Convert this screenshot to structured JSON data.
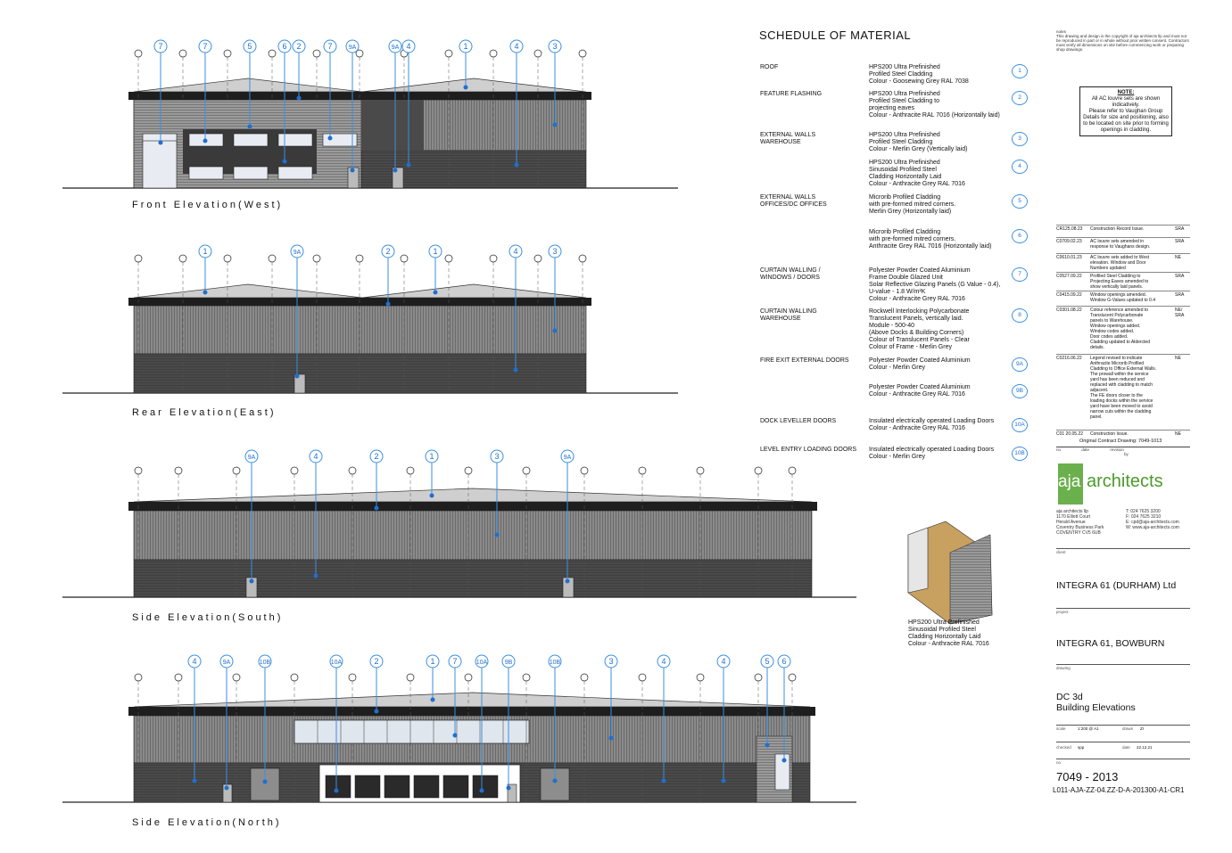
{
  "schedule": {
    "title": "SCHEDULE OF MATERIAL",
    "rows": [
      {
        "category": "ROOF",
        "desc": "HPS200 Ultra Prefinished\nProfiled Steel Cladding\nColour - Goosewing Grey RAL 7038",
        "ref": "1"
      },
      {
        "category": "FEATURE FLASHING",
        "desc": "HPS200 Ultra Prefinished\nProfiled Steel Cladding to\nprojecting eaves\nColour - Anthracite RAL 7016 (Horizontally laid)",
        "ref": "2"
      },
      {
        "category": "EXTERNAL WALLS\nWAREHOUSE",
        "desc": "HPS200 Ultra Prefinished\nProfiled Steel Cladding\nColour - Merlin Grey (Vertically laid)",
        "ref": "3"
      },
      {
        "category": "",
        "desc": "HPS200 Ultra Prefinished\nSinusoidal Profiled Steel\nCladding Horizontally Laid\nColour - Anthracite Grey  RAL 7016",
        "ref": "4"
      },
      {
        "category": "EXTERNAL WALLS\nOFFICES/DC OFFICES",
        "desc": "Microrib Profiled Cladding\nwith pre-formed mitred corners.\nMerlin Grey (Horizontally laid)",
        "ref": "5"
      },
      {
        "category": "",
        "desc": "Microrib Profiled Cladding\nwith pre-formed mitred corners.\nAnthracite Grey  RAL 7016 (Horizontally laid)",
        "ref": "6"
      },
      {
        "category": "CURTAIN WALLING /\nWINDOWS / DOORS",
        "desc": "Polyester Powder Coated Aluminium\nFrame Double Glazed Unit\nSolar Reflective Glazing Panels (G Value - 0.4),\nU-value  - 1.8 W/m²K\nColour - Anthracite Grey RAL 7016",
        "ref": "7"
      },
      {
        "category": "CURTAIN WALLING\nWAREHOUSE",
        "desc": "Rockwell Interlocking Polycarbonate\nTranslucent Panels, vertically laid.\nModule - 500-40\n(Above Docks & Building Corners)\nColour of Translucent Panels - Clear\nColour of Frame - Merlin Grey",
        "ref": "8"
      },
      {
        "category": "FIRE EXIT EXTERNAL DOORS",
        "desc": "Polyester Powder Coated Aluminium\nColour - Merlin Grey",
        "ref": "9A"
      },
      {
        "category": "",
        "desc": "Polyester Powder Coated Aluminium\nColour - Anthracite Grey  RAL 7016",
        "ref": "9B"
      },
      {
        "category": "DOCK LEVELLER DOORS",
        "desc": "Insulated electrically operated Loading Doors\nColour - Anthracite Grey  RAL 7016",
        "ref": "10A"
      },
      {
        "category": "LEVEL ENTRY LOADING DOORS",
        "desc": "Insulated electrically operated Loading Doors\nColour - Merlin Grey",
        "ref": "10B"
      }
    ]
  },
  "note_box": {
    "title": "NOTE:",
    "text": "All AC louvre sets are shown indicatively.\nPlease refer to Vaughan Group Details for size and positioning, also to be located on site prior to forming openings in cladding."
  },
  "revisions": [
    {
      "code": "CR125.08.23",
      "desc": "Construction Record Issue.",
      "by": "SRA"
    },
    {
      "code": "C0709.02.23",
      "desc": "AC louvre sets amended in\nresponse to Vaughans design.",
      "by": "SRA"
    },
    {
      "code": "C0610.01.23",
      "desc": "AC louvre sets added to West\nelevation. Window and Door\nNumbers updated",
      "by": "NE"
    },
    {
      "code": "C0527.09.22",
      "desc": "Profiled Steel Cladding to\nProjecting Eaves amended to\nshow vertically laid panels.",
      "by": "SRA"
    },
    {
      "code": "C0415.09.22",
      "desc": "Window openings amended.\nWindow G-Values updated to 0.4",
      "by": "SRA"
    },
    {
      "code": "C0301.08.22",
      "desc": "Colour reference amended to\nTranslucent Polycarbonate\npanels  to Warehouse.\nWindow openings added.\nWindow codes added.\nDoor codes added.\nCladding updated to Aldercted\ndetails.",
      "by": "NE/\nSRA"
    },
    {
      "code": "C0216.06.22",
      "desc": "Legend revised to indicate\nAnthracite Microrib Profiled\nCladding to Office External Walls.\nThe prowall within the service\nyard has been reduced and\nreplaced with cladding to match\nadjacent.\nThe FE doors closer to the\nloading docks within the service\nyard have been moved to avoid\nnarrow cuts within the cladding\npanel.",
      "by": "NE"
    },
    {
      "code": "C01 20.05.22",
      "desc": "Construction Issue.",
      "by": "NE"
    }
  ],
  "original_contract": "Original Contract Drawing: 7049-1013",
  "rev_header": {
    "no": "no",
    "date": "date",
    "revision": "revision",
    "by": "by"
  },
  "firm": {
    "logo_left": "aja",
    "logo_right": "architects",
    "address": "aja architects llp\n1170 Elliott Court\nHerald Avenue\nCoventry Business Park\nCOVENTRY CV5 6UB",
    "contact": "T: 024 7625 3200\nF: 024 7625 3210\nE: cpd@aja-architects.com\nW: www.aja-architects.com"
  },
  "title_block": {
    "client_label": "client",
    "client": "INTEGRA 61 (DURHAM) Ltd",
    "project_label": "project",
    "project": "INTEGRA 61, BOWBURN",
    "drawing_label": "drawing",
    "drawing_line1": "DC 3d",
    "drawing_line2": "Building Elevations",
    "scale_label": "scale",
    "scale": "1:200 @ A1",
    "drawn_label": "drawn",
    "drawn": "ZI",
    "checked_label": "checked",
    "checked": "spp",
    "date_label": "date",
    "date": "22.12.21",
    "no_label": "no",
    "drawing_no": "7049 - 2013",
    "file_ref": "L011-AJA-ZZ-04.ZZ-D-A-201300-A1-CR1"
  },
  "cladding_caption": "HPS200 Ultra Prefinished\nSinusoidal Profiled Steel\nCladding Horizontally Laid\nColour - Anthracite RAL 7016",
  "elevations": [
    {
      "label": "Front Elevation(West)",
      "callouts": [
        "7",
        "7",
        "5",
        "6",
        "2",
        "7",
        "9A",
        "9A",
        "4",
        "1",
        "4",
        "3"
      ]
    },
    {
      "label": "Rear Elevation(East)",
      "callouts": [
        "1",
        "9A",
        "2",
        "1",
        "4",
        "3"
      ]
    },
    {
      "label": "Side Elevation(South)",
      "callouts": [
        "9A",
        "4",
        "2",
        "1",
        "3",
        "9A"
      ]
    },
    {
      "label": "Side Elevation(North)",
      "callouts": [
        "4",
        "9A",
        "10B",
        "10A",
        "2",
        "1",
        "7",
        "10A",
        "9B",
        "10B",
        "3",
        "4",
        "4",
        "5",
        "6"
      ]
    }
  ],
  "colors": {
    "callout": "#3b8fe0",
    "roof": "#cfcfcf",
    "dark": "#4a4a4a",
    "mid": "#8a8a8a",
    "green": "#6ab04c"
  }
}
